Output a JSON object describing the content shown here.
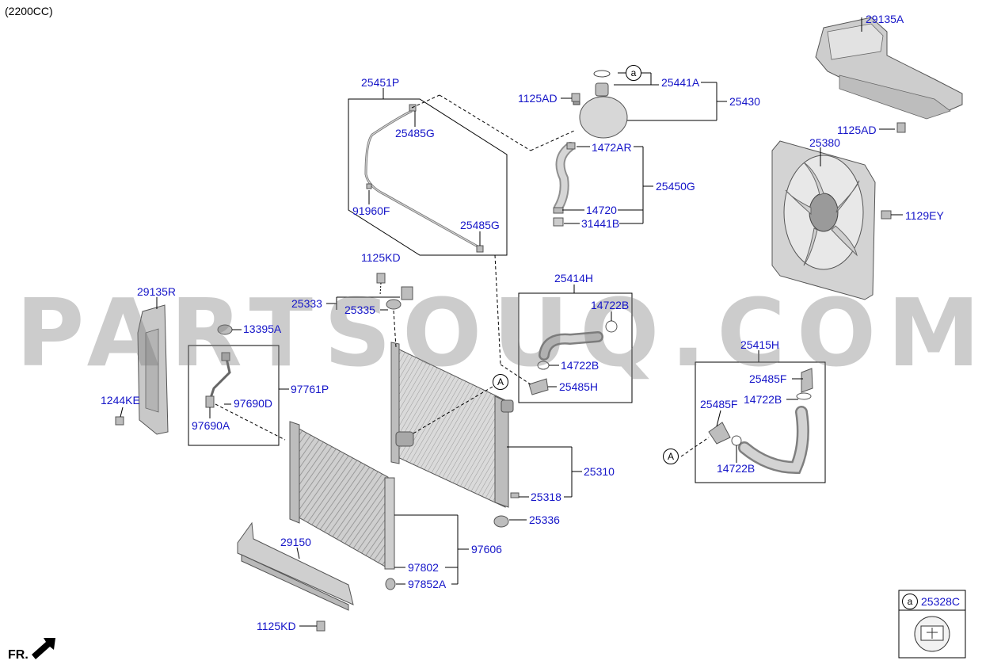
{
  "header": {
    "variant": "(2200CC)"
  },
  "footer": {
    "front_marker": "FR."
  },
  "watermark": "PARTSOUQ.COM",
  "callouts": [
    {
      "name": "part-29135A",
      "text": "29135A"
    },
    {
      "name": "part-25441A",
      "text": "25441A"
    },
    {
      "name": "part-25430",
      "text": "25430"
    },
    {
      "name": "part-1125AD-top",
      "text": "1125AD"
    },
    {
      "name": "part-1125AD-right",
      "text": "1125AD"
    },
    {
      "name": "part-25451P",
      "text": "25451P"
    },
    {
      "name": "part-25485G-upper",
      "text": "25485G"
    },
    {
      "name": "part-1472AR",
      "text": "1472AR"
    },
    {
      "name": "part-25380",
      "text": "25380"
    },
    {
      "name": "part-25450G",
      "text": "25450G"
    },
    {
      "name": "part-91960F",
      "text": "91960F"
    },
    {
      "name": "part-14720",
      "text": "14720"
    },
    {
      "name": "part-31441B",
      "text": "31441B"
    },
    {
      "name": "part-1129EY",
      "text": "1129EY"
    },
    {
      "name": "part-25485G-lower",
      "text": "25485G"
    },
    {
      "name": "part-1125KD-upper",
      "text": "1125KD"
    },
    {
      "name": "part-25414H",
      "text": "25414H"
    },
    {
      "name": "part-29135R",
      "text": "29135R"
    },
    {
      "name": "part-25333",
      "text": "25333"
    },
    {
      "name": "part-25335",
      "text": "25335"
    },
    {
      "name": "part-14722B-a",
      "text": "14722B"
    },
    {
      "name": "part-13395A",
      "text": "13395A"
    },
    {
      "name": "part-25415H",
      "text": "25415H"
    },
    {
      "name": "part-14722B-b",
      "text": "14722B"
    },
    {
      "name": "part-25485F-a",
      "text": "25485F"
    },
    {
      "name": "part-97761P",
      "text": "97761P"
    },
    {
      "name": "part-25485H",
      "text": "25485H"
    },
    {
      "name": "part-14722B-c",
      "text": "14722B"
    },
    {
      "name": "part-1244KE",
      "text": "1244KE"
    },
    {
      "name": "part-97690D",
      "text": "97690D"
    },
    {
      "name": "part-25485F-b",
      "text": "25485F"
    },
    {
      "name": "part-97690A",
      "text": "97690A"
    },
    {
      "name": "part-14722B-d",
      "text": "14722B"
    },
    {
      "name": "part-25310",
      "text": "25310"
    },
    {
      "name": "part-25318",
      "text": "25318"
    },
    {
      "name": "part-25336",
      "text": "25336"
    },
    {
      "name": "part-29150",
      "text": "29150"
    },
    {
      "name": "part-97606",
      "text": "97606"
    },
    {
      "name": "part-97802",
      "text": "97802"
    },
    {
      "name": "part-97852A",
      "text": "97852A"
    },
    {
      "name": "part-1125KD-lower",
      "text": "1125KD"
    },
    {
      "name": "part-25328C",
      "text": "25328C"
    }
  ],
  "markers": {
    "ref_a": "a",
    "ref_A": "A"
  },
  "colors": {
    "callout": "#1515c8",
    "line": "#000000",
    "part_fill": "#d4d4d4",
    "part_stroke": "#555555"
  }
}
